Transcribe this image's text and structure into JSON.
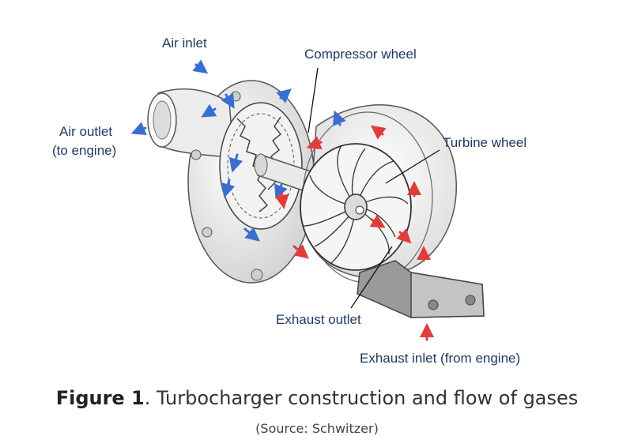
{
  "diagram": {
    "labels": {
      "air_inlet": "Air inlet",
      "compressor_wheel": "Compressor wheel",
      "air_outlet_line1": "Air outlet",
      "air_outlet_line2": "(to engine)",
      "turbine_wheel": "Turbine wheel",
      "exhaust_outlet": "Exhaust outlet",
      "exhaust_inlet": "Exhaust inlet (from engine)"
    },
    "colors": {
      "label_text": "#1f3864",
      "air_flow": "#3a6fd1",
      "exhaust_flow": "#e03c3c",
      "housing": "#e6e6e6",
      "outline": "#555555"
    }
  },
  "caption": {
    "figure_label": "Figure 1",
    "text": ". Turbocharger construction and flow of gases",
    "source": "(Source: Schwitzer)"
  }
}
